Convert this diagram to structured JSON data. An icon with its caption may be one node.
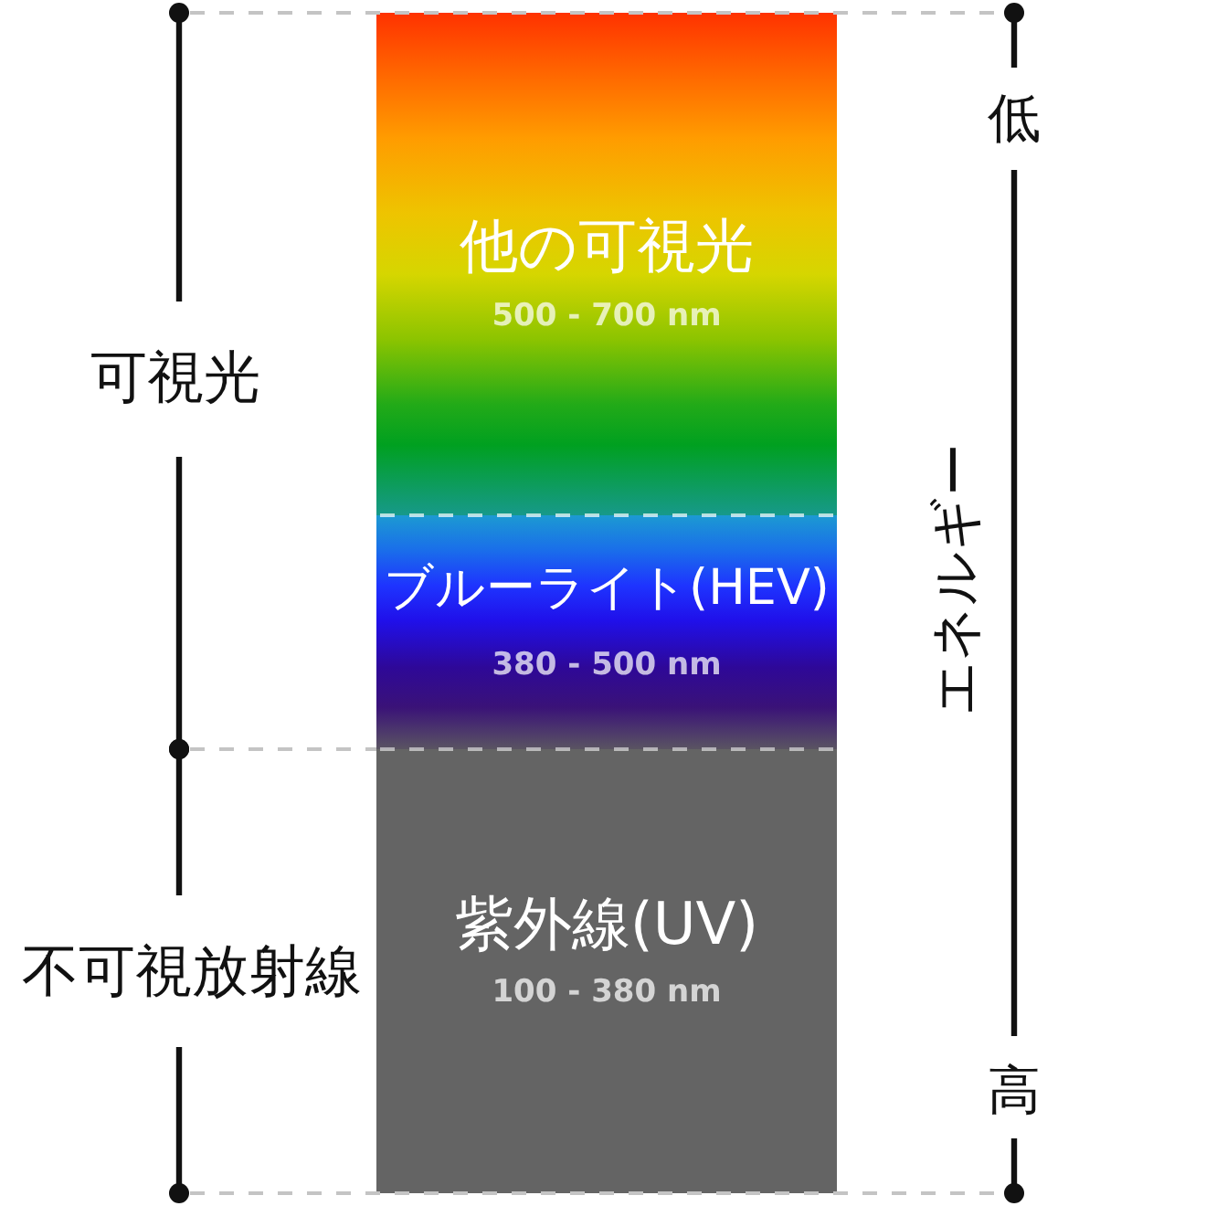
{
  "diagram": {
    "nodes": [
      {
        "text": [
          "他の可視光",
          "500 - 700 nm"
        ]
      },
      {
        "text": [
          "ブルーライト(HEV)",
          "380 - 500 nm"
        ]
      },
      {
        "text": [
          "紫外線(UV)",
          "100 - 380 nm"
        ]
      }
    ],
    "labels": [
      "可視光",
      "不可視放射線",
      "低",
      "エネルギー",
      "高"
    ]
  }
}
